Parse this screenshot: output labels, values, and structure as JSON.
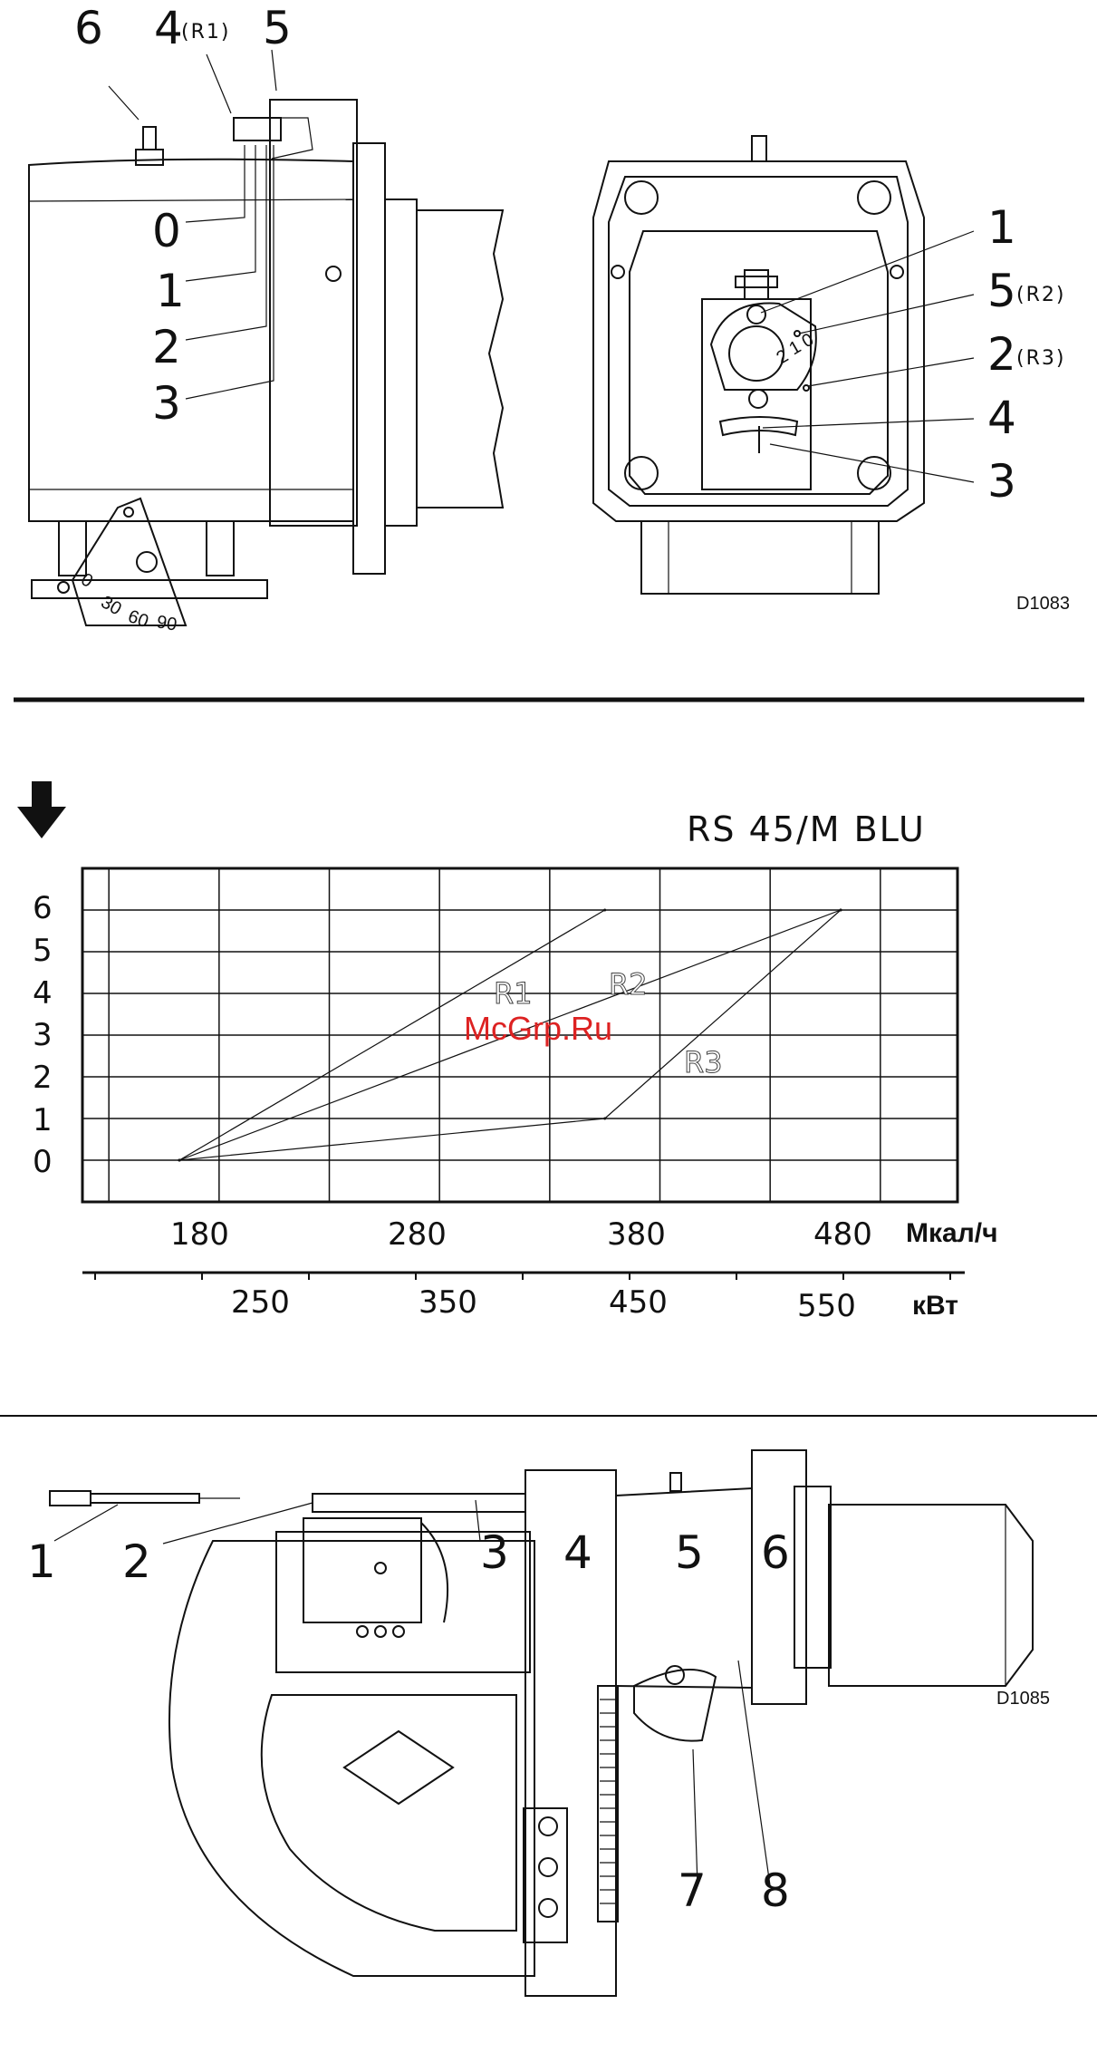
{
  "top_figure": {
    "left_callouts": [
      "6",
      "4",
      "(R1)",
      "5",
      "0",
      "1",
      "2",
      "3"
    ],
    "scale_marks": [
      "0",
      "30",
      "60",
      "90"
    ],
    "right_callouts": [
      "1",
      "5",
      "(R2)",
      "2",
      "(R3)",
      "4",
      "3"
    ],
    "cam_marks": [
      "2",
      "1",
      "0"
    ],
    "code": "D1083"
  },
  "chart": {
    "title": "RS 45/M BLU",
    "watermark": "McGrp.Ru",
    "y_ticks": [
      "0",
      "1",
      "2",
      "3",
      "4",
      "5",
      "6"
    ],
    "x_ticks_top": [
      "180",
      "280",
      "380",
      "480"
    ],
    "x_unit_top": "Мкал/ч",
    "x_ticks_bottom": [
      "250",
      "350",
      "450",
      "550"
    ],
    "x_unit_bottom": "кВт",
    "curve_labels": [
      "R1",
      "R2",
      "R3"
    ]
  },
  "chart_data": {
    "type": "line",
    "title": "RS 45/M BLU",
    "x": {
      "unit": "Мкал/ч",
      "range": [
        118,
        515
      ],
      "ticks": [
        180,
        280,
        380,
        480
      ]
    },
    "x2": {
      "unit": "кВт",
      "ticks": [
        250,
        350,
        450,
        550
      ]
    },
    "y": {
      "range": [
        -1,
        7
      ],
      "ticks": [
        0,
        1,
        2,
        3,
        4,
        5,
        6
      ]
    },
    "grid": true,
    "series": [
      {
        "name": "R1",
        "points": [
          [
            162,
            0
          ],
          [
            355,
            6
          ]
        ]
      },
      {
        "name": "R2",
        "points": [
          [
            162,
            0
          ],
          [
            462,
            6
          ]
        ]
      },
      {
        "name": "R3",
        "points": [
          [
            162,
            0
          ],
          [
            355,
            1
          ],
          [
            462,
            6
          ]
        ]
      }
    ]
  },
  "bottom_figure": {
    "callouts": [
      "1",
      "2",
      "3",
      "4",
      "5",
      "6",
      "7",
      "8"
    ],
    "code": "D1085"
  }
}
